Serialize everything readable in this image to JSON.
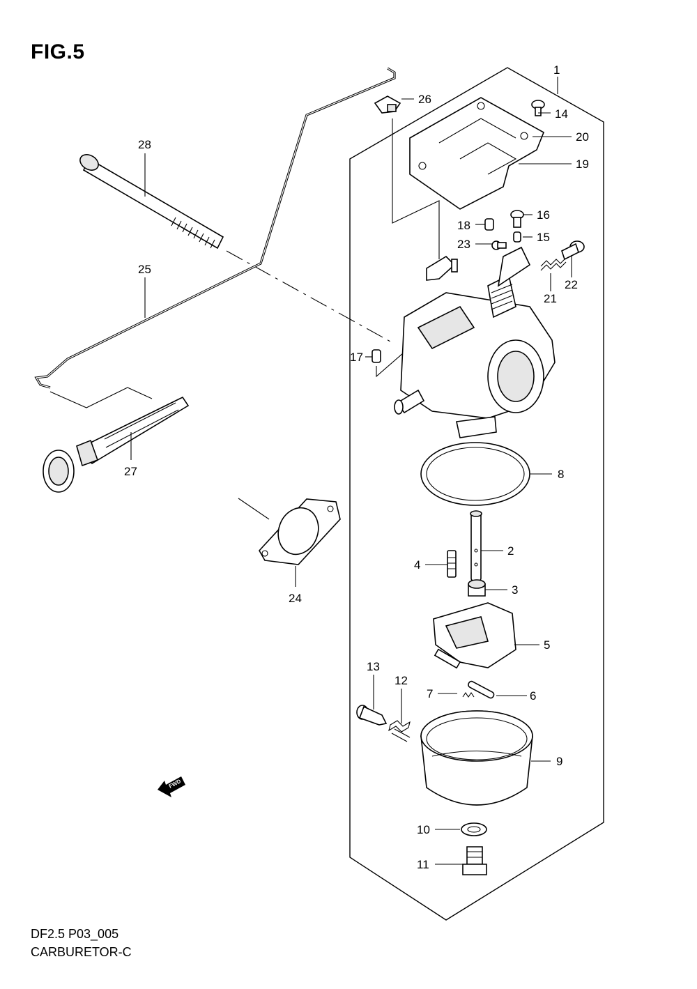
{
  "figure": {
    "title": "FIG.5",
    "code": "DF2.5 P03_005",
    "name": "CARBURETOR-C"
  },
  "fwd_badge": "FWD",
  "parts": [
    {
      "id": "p1",
      "label": "1"
    },
    {
      "id": "p2",
      "label": "2"
    },
    {
      "id": "p3",
      "label": "3"
    },
    {
      "id": "p4",
      "label": "4"
    },
    {
      "id": "p5",
      "label": "5"
    },
    {
      "id": "p6",
      "label": "6"
    },
    {
      "id": "p7",
      "label": "7"
    },
    {
      "id": "p8",
      "label": "8"
    },
    {
      "id": "p9",
      "label": "9"
    },
    {
      "id": "p10",
      "label": "10"
    },
    {
      "id": "p11",
      "label": "11"
    },
    {
      "id": "p12",
      "label": "12"
    },
    {
      "id": "p13",
      "label": "13"
    },
    {
      "id": "p14",
      "label": "14"
    },
    {
      "id": "p15",
      "label": "15"
    },
    {
      "id": "p16",
      "label": "16"
    },
    {
      "id": "p17",
      "label": "17"
    },
    {
      "id": "p18",
      "label": "18"
    },
    {
      "id": "p19",
      "label": "19"
    },
    {
      "id": "p20",
      "label": "20"
    },
    {
      "id": "p21",
      "label": "21"
    },
    {
      "id": "p22",
      "label": "22"
    },
    {
      "id": "p23",
      "label": "23"
    },
    {
      "id": "p24",
      "label": "24"
    },
    {
      "id": "p25",
      "label": "25"
    },
    {
      "id": "p26",
      "label": "26"
    },
    {
      "id": "p27",
      "label": "27"
    },
    {
      "id": "p28",
      "label": "28"
    }
  ]
}
